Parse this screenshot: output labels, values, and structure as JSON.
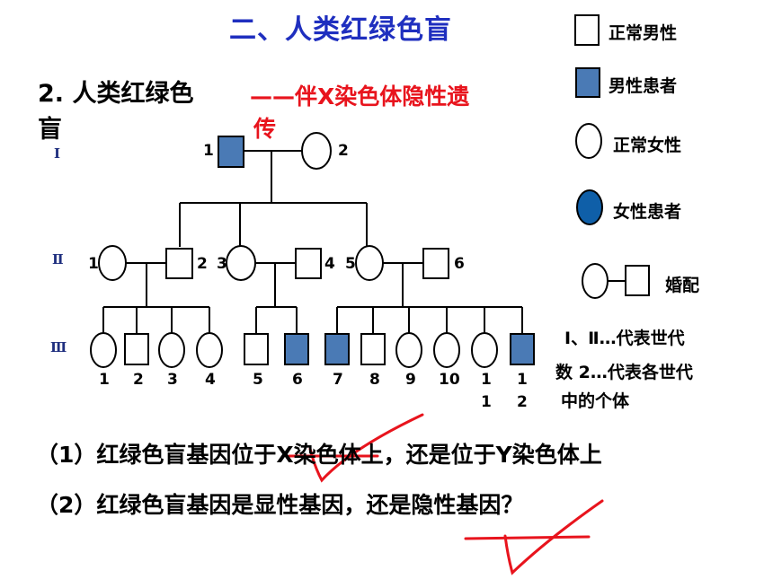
{
  "title": "二、人类红绿色盲",
  "subtitle": {
    "number": "2.",
    "text_line1": "人类红绿色",
    "text_line2": "盲",
    "red_line1": "——伴X染色体隐性遗",
    "red_line2": "传"
  },
  "generations": [
    "Ⅰ",
    "Ⅱ",
    "Ⅲ"
  ],
  "legend": {
    "normal_male": "正常男性",
    "affected_male": "男性患者",
    "normal_female": "正常女性",
    "affected_female": "女性患者",
    "marriage": "婚配",
    "note_line1": "Ⅰ、Ⅱ…代表世代",
    "note_line2": "数  2…代表各世代",
    "note_line3": "中的个体"
  },
  "pedigree": {
    "gen1": [
      {
        "id": "1",
        "sex": "male",
        "affected": true
      },
      {
        "id": "2",
        "sex": "female",
        "affected": false
      }
    ],
    "gen2": [
      {
        "id": "1",
        "sex": "female",
        "affected": false
      },
      {
        "id": "2",
        "sex": "male",
        "affected": false
      },
      {
        "id": "3",
        "sex": "female",
        "affected": false
      },
      {
        "id": "4",
        "sex": "male",
        "affected": false
      },
      {
        "id": "5",
        "sex": "female",
        "affected": false
      },
      {
        "id": "6",
        "sex": "male",
        "affected": false
      }
    ],
    "gen3": [
      {
        "id": "1",
        "sex": "female",
        "affected": false
      },
      {
        "id": "2",
        "sex": "male",
        "affected": false
      },
      {
        "id": "3",
        "sex": "female",
        "affected": false
      },
      {
        "id": "4",
        "sex": "female",
        "affected": false
      },
      {
        "id": "5",
        "sex": "male",
        "affected": false
      },
      {
        "id": "6",
        "sex": "male",
        "affected": true
      },
      {
        "id": "7",
        "sex": "male",
        "affected": true
      },
      {
        "id": "8",
        "sex": "male",
        "affected": false
      },
      {
        "id": "9",
        "sex": "female",
        "affected": false
      },
      {
        "id": "10",
        "sex": "female",
        "affected": false
      },
      {
        "id": "11",
        "sex": "female",
        "affected": false,
        "label_top": "1",
        "label_bottom": "1"
      },
      {
        "id": "12",
        "sex": "male",
        "affected": true,
        "label_top": "1",
        "label_bottom": "2"
      }
    ]
  },
  "questions": [
    "（1）红绿色盲基因位于X染色体上，还是位于Y染色体上",
    "（2）红绿色盲基因是显性基因，还是隐性基因？"
  ],
  "colors": {
    "title": "#1f2fbf",
    "affected_fill": "#4a7ab5",
    "red": "#e8141d"
  }
}
